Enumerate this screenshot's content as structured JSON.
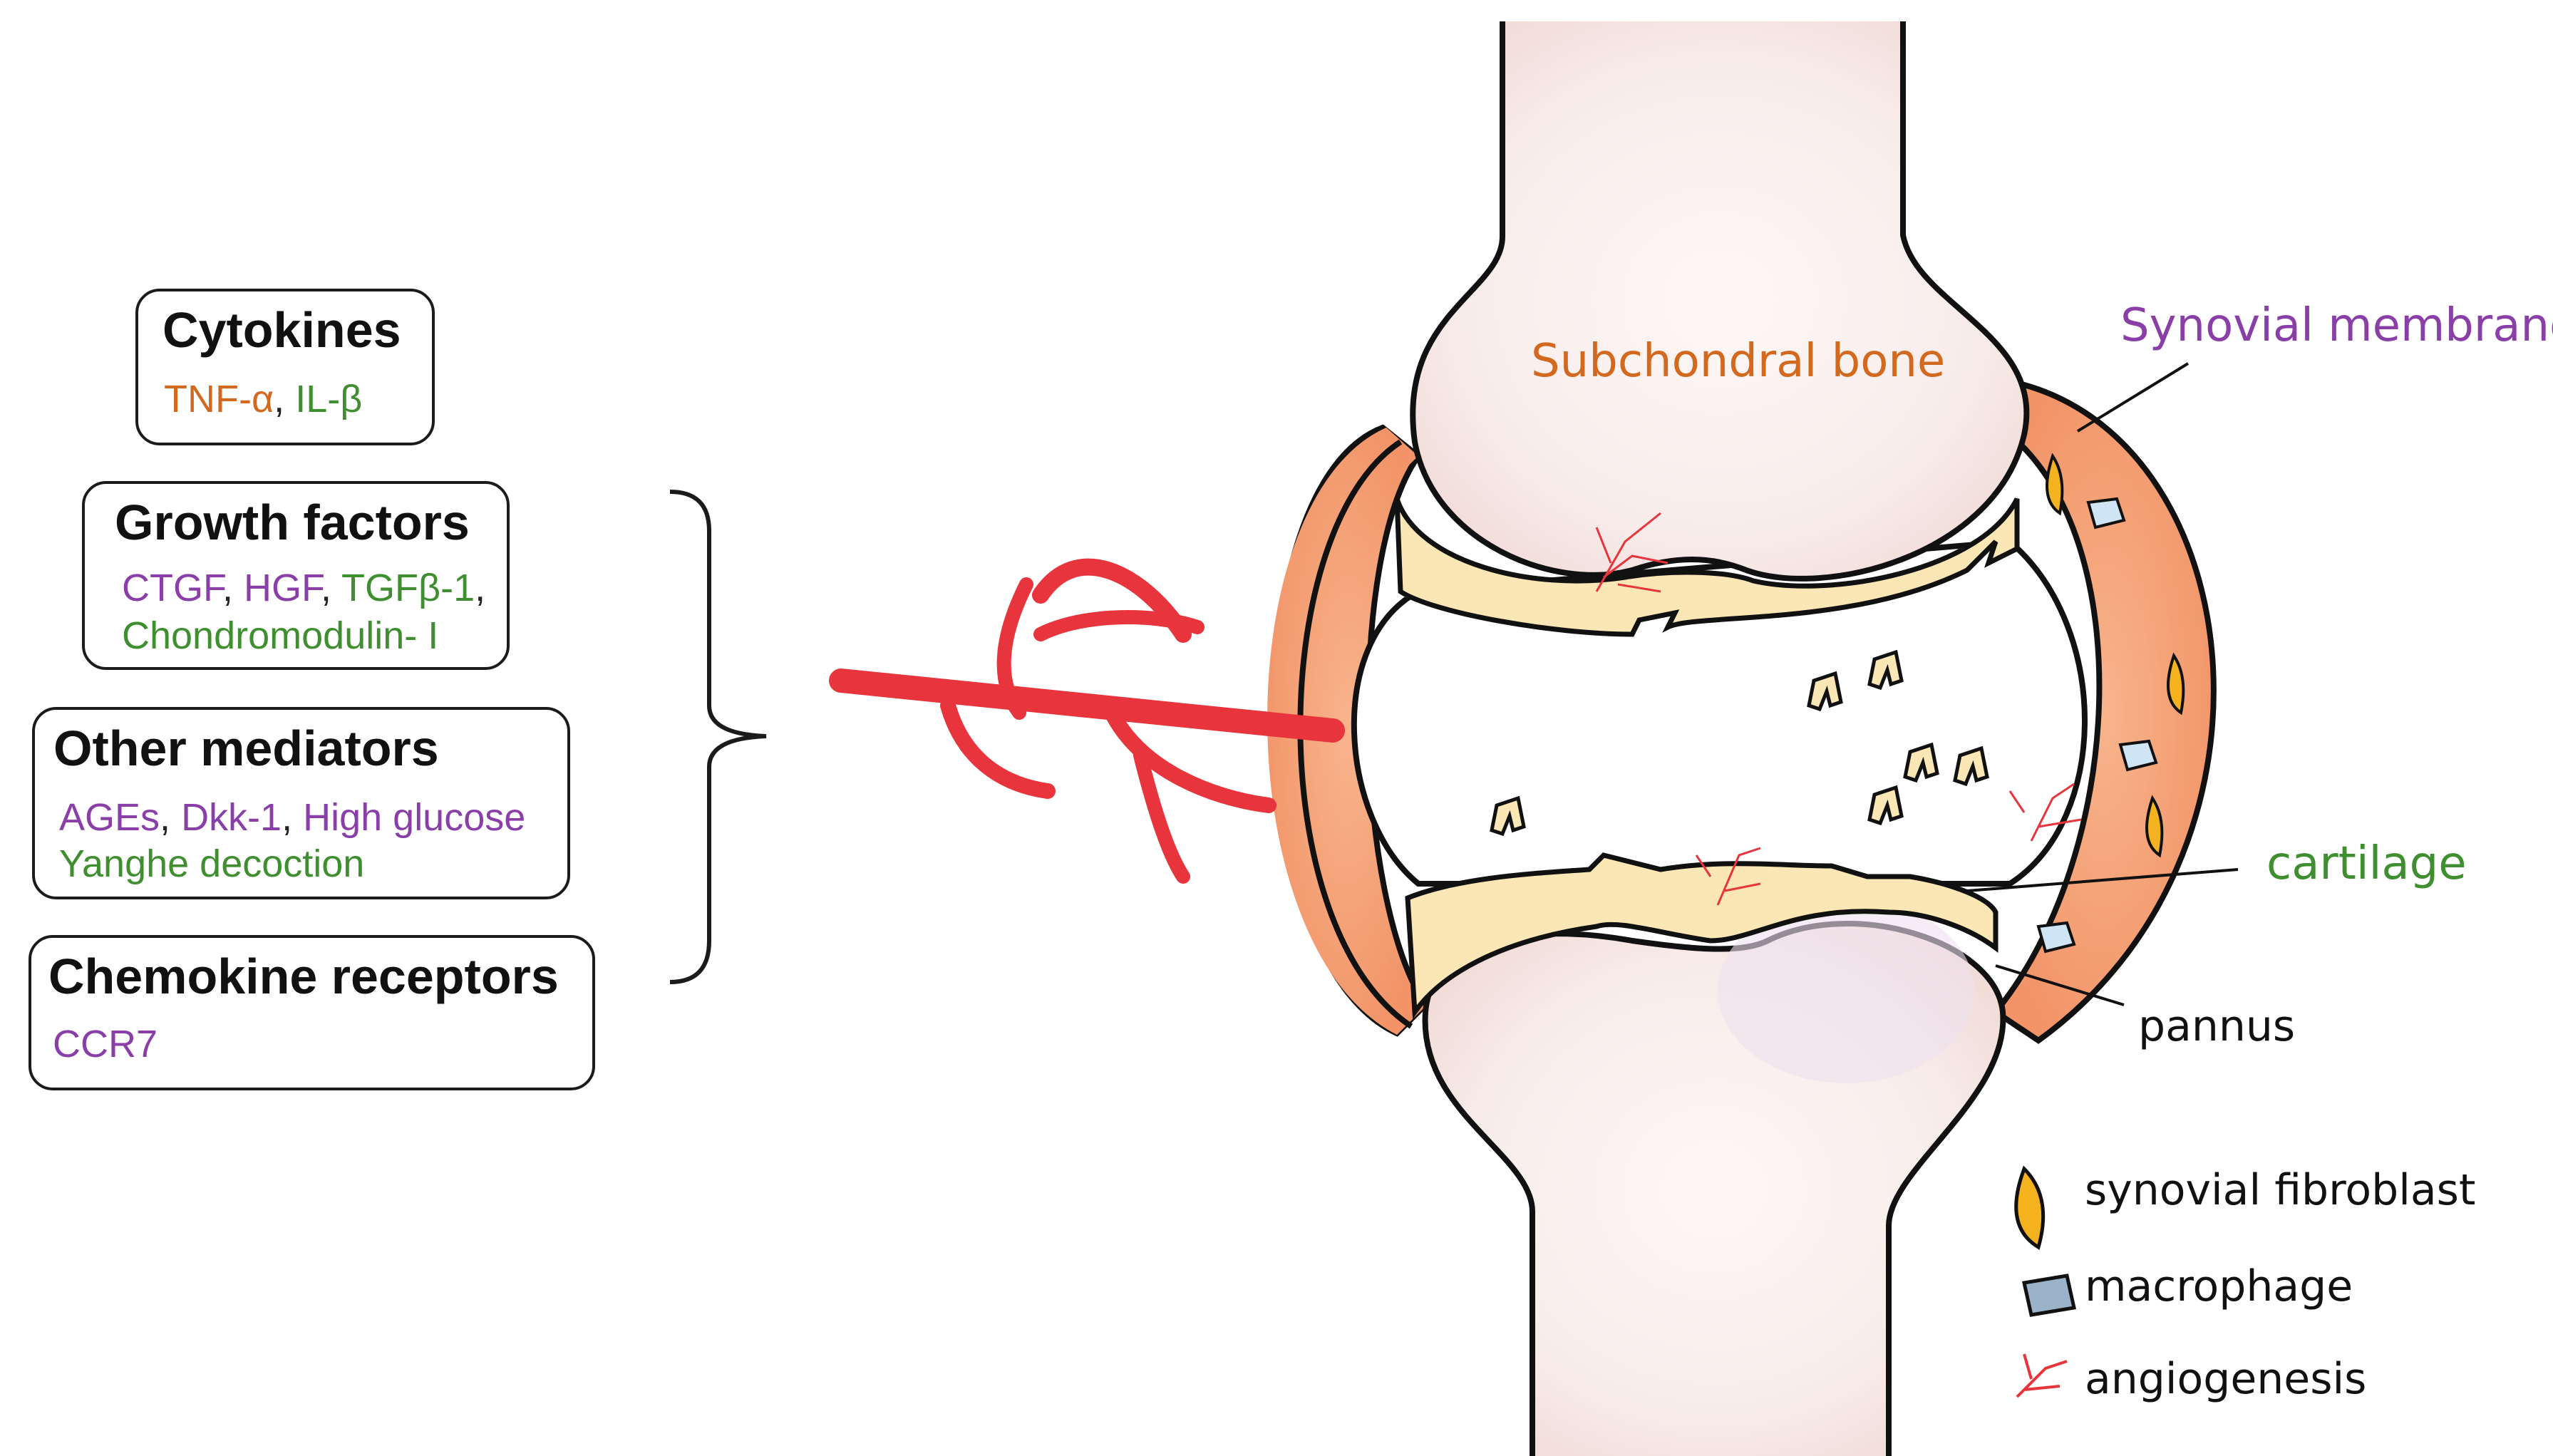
{
  "colors": {
    "orange": "#d2691e",
    "green": "#3f8e2f",
    "purple": "#8a3fa8",
    "red": "#e8343c",
    "synovium": "#f4a37a",
    "cartilage": "#fbe7b5",
    "bone": "#fbf3f1"
  },
  "boxes": {
    "cytokines": {
      "title": "Cytokines",
      "items": [
        "TNF-α",
        ", ",
        "IL-β"
      ]
    },
    "growth_factors": {
      "title": "Growth factors",
      "items": [
        "CTGF",
        ", ",
        "HGF",
        ", ",
        "TGFβ-1",
        ",",
        "Chondromodulin- I"
      ]
    },
    "other_mediators": {
      "title": "Other mediators",
      "items": [
        "AGEs",
        ", ",
        "Dkk-1",
        ", ",
        "High glucose",
        "Yanghe decoction"
      ]
    },
    "chemokine_receptors": {
      "title": "Chemokine receptors",
      "items": [
        "CCR7"
      ]
    }
  },
  "labels": {
    "subchondral_bone": "Subchondral bone",
    "synovial_membrane": "Synovial membrane",
    "cartilage": "cartilage",
    "pannus": "pannus"
  },
  "legend": {
    "items": [
      {
        "icon": "synovial-fibroblast-icon",
        "label": "synovial fibroblast"
      },
      {
        "icon": "macrophage-icon",
        "label": "macrophage"
      },
      {
        "icon": "angiogenesis-icon",
        "label": "angiogenesis"
      }
    ]
  }
}
